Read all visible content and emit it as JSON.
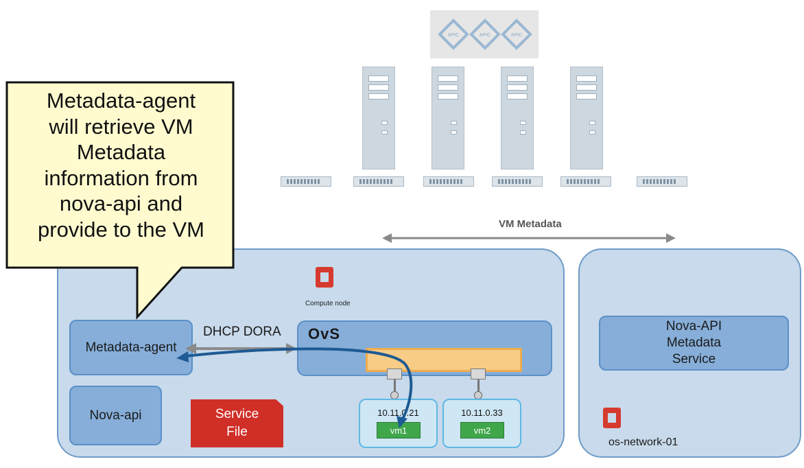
{
  "callout": {
    "lines": [
      "Metadata-agent",
      "will retrieve VM",
      "Metadata",
      "information from",
      "nova-api and",
      "provide to the VM"
    ]
  },
  "labels": {
    "vm_metadata": "VM Metadata",
    "compute_node": "Compute node",
    "dhcp_dora": "DHCP DORA",
    "ovs": "OvS",
    "metadata_agent": "Metadata-agent",
    "nova_api": "Nova-api",
    "service_file": [
      "Service",
      "File"
    ],
    "nova_api_metadata": [
      "Nova-API",
      "Metadata",
      "Service"
    ],
    "os_network": "os-network-01"
  },
  "vms": [
    {
      "ip": "10.11.0.21",
      "name": "vm1"
    },
    {
      "ip": "10.11.0.33",
      "name": "vm2"
    }
  ],
  "apic_nodes": [
    "APIC",
    "APIC",
    "APIC"
  ],
  "colors": {
    "node_box": "#c8daeb",
    "component": "#86aed9",
    "bridge": "#f7cc86",
    "vm": "#3fa64a",
    "service_file": "#d02f28",
    "openstack_icon": "#d63a2e",
    "arrow": "#1e5a93",
    "callout": "#fffbcf"
  }
}
